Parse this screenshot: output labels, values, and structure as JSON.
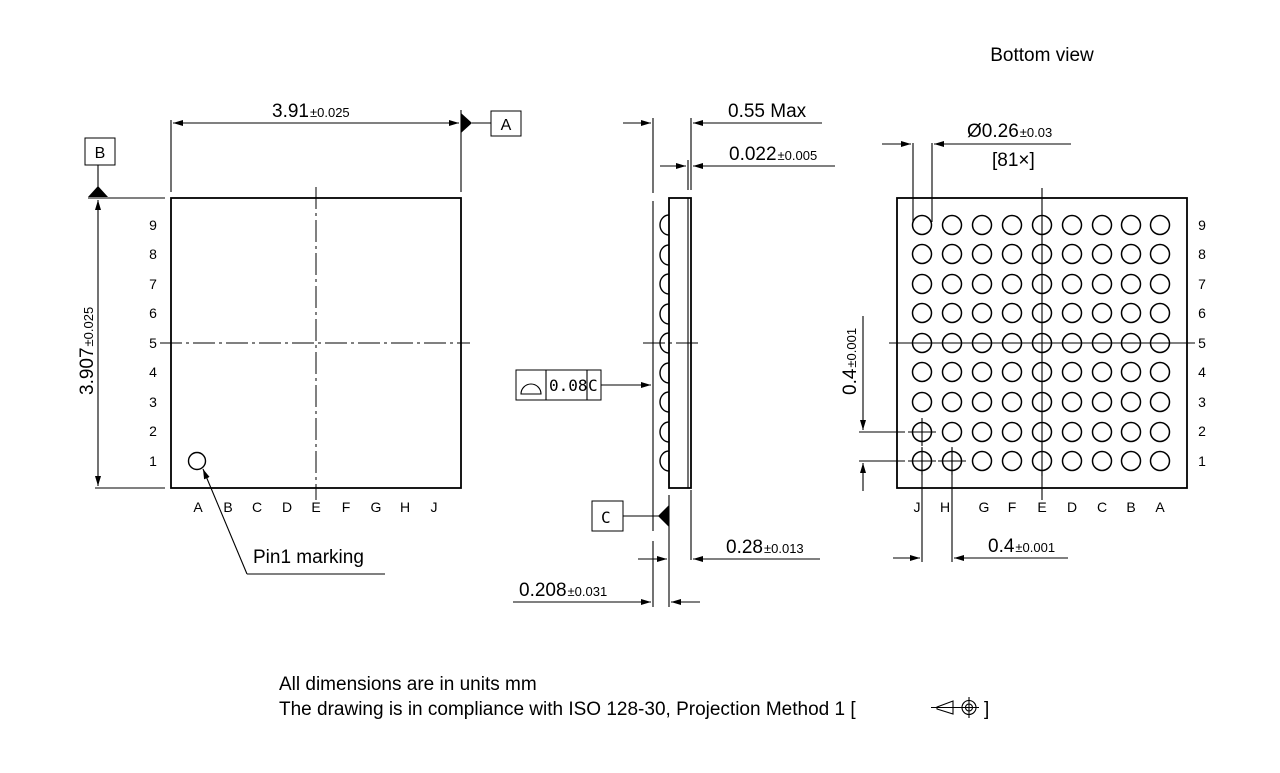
{
  "drawing": {
    "type": "BGA package mechanical drawing",
    "views": {
      "top": {
        "width_dim": {
          "value": "3.91",
          "tol": "±0.025"
        },
        "height_dim": {
          "value": "3.907",
          "tol": "±0.025"
        },
        "datum_width": "A",
        "datum_height": "B",
        "row_labels": [
          "9",
          "8",
          "7",
          "6",
          "5",
          "4",
          "3",
          "2",
          "1"
        ],
        "col_labels": [
          "A",
          "B",
          "C",
          "D",
          "E",
          "F",
          "G",
          "H",
          "J"
        ],
        "pin1_label": "Pin1 marking"
      },
      "side": {
        "max_height": {
          "value": "0.55 Max"
        },
        "substrate": {
          "value": "0.022",
          "tol": "±0.005"
        },
        "body": {
          "value": "0.28",
          "tol": "±0.013"
        },
        "ball_height": {
          "value": "0.208",
          "tol": "±0.031"
        },
        "flatness": {
          "symbol": "profile-of-surface",
          "value": "0.08",
          "datum": "C"
        },
        "datum_seat": "C"
      },
      "bottom": {
        "title": "Bottom view",
        "ball_dia": {
          "value": "Ø0.26",
          "tol": "±0.03",
          "count": "[81×]"
        },
        "pitch_y": {
          "value": "0.4",
          "tol": "±0.001"
        },
        "pitch_x": {
          "value": "0.4",
          "tol": "±0.001"
        },
        "row_labels": [
          "9",
          "8",
          "7",
          "6",
          "5",
          "4",
          "3",
          "2",
          "1"
        ],
        "col_labels": [
          "J",
          "H",
          "G",
          "F",
          "E",
          "D",
          "C",
          "B",
          "A"
        ],
        "ball_count": 81
      }
    },
    "notes": {
      "line1": "All dimensions are in units mm",
      "line2": "The drawing is in compliance with ISO 128-30, Projection Method 1 [",
      "line2_end": "]"
    }
  }
}
